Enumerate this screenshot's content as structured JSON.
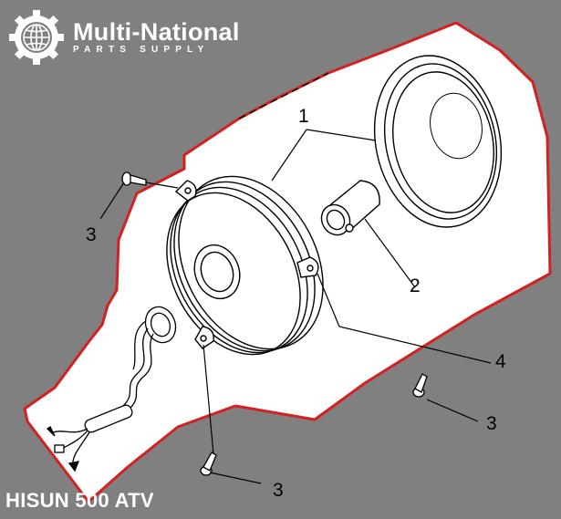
{
  "brand": {
    "name": "Multi-National",
    "tagline": "PARTS SUPPLY",
    "icon": "gear-globe-icon",
    "color": "#ffffff"
  },
  "caption": "HISUN 500 ATV",
  "colors": {
    "background": "#808080",
    "panel": "#ffffff",
    "panel_border": "#d42020",
    "line": "#000000"
  },
  "callouts": [
    {
      "number": "1",
      "part": "housing"
    },
    {
      "number": "2",
      "part": "connector"
    },
    {
      "number": "3",
      "part": "screw-upper-left"
    },
    {
      "number": "3",
      "part": "screw-right"
    },
    {
      "number": "3",
      "part": "screw-bottom"
    },
    {
      "number": "4",
      "part": "gasket"
    }
  ]
}
